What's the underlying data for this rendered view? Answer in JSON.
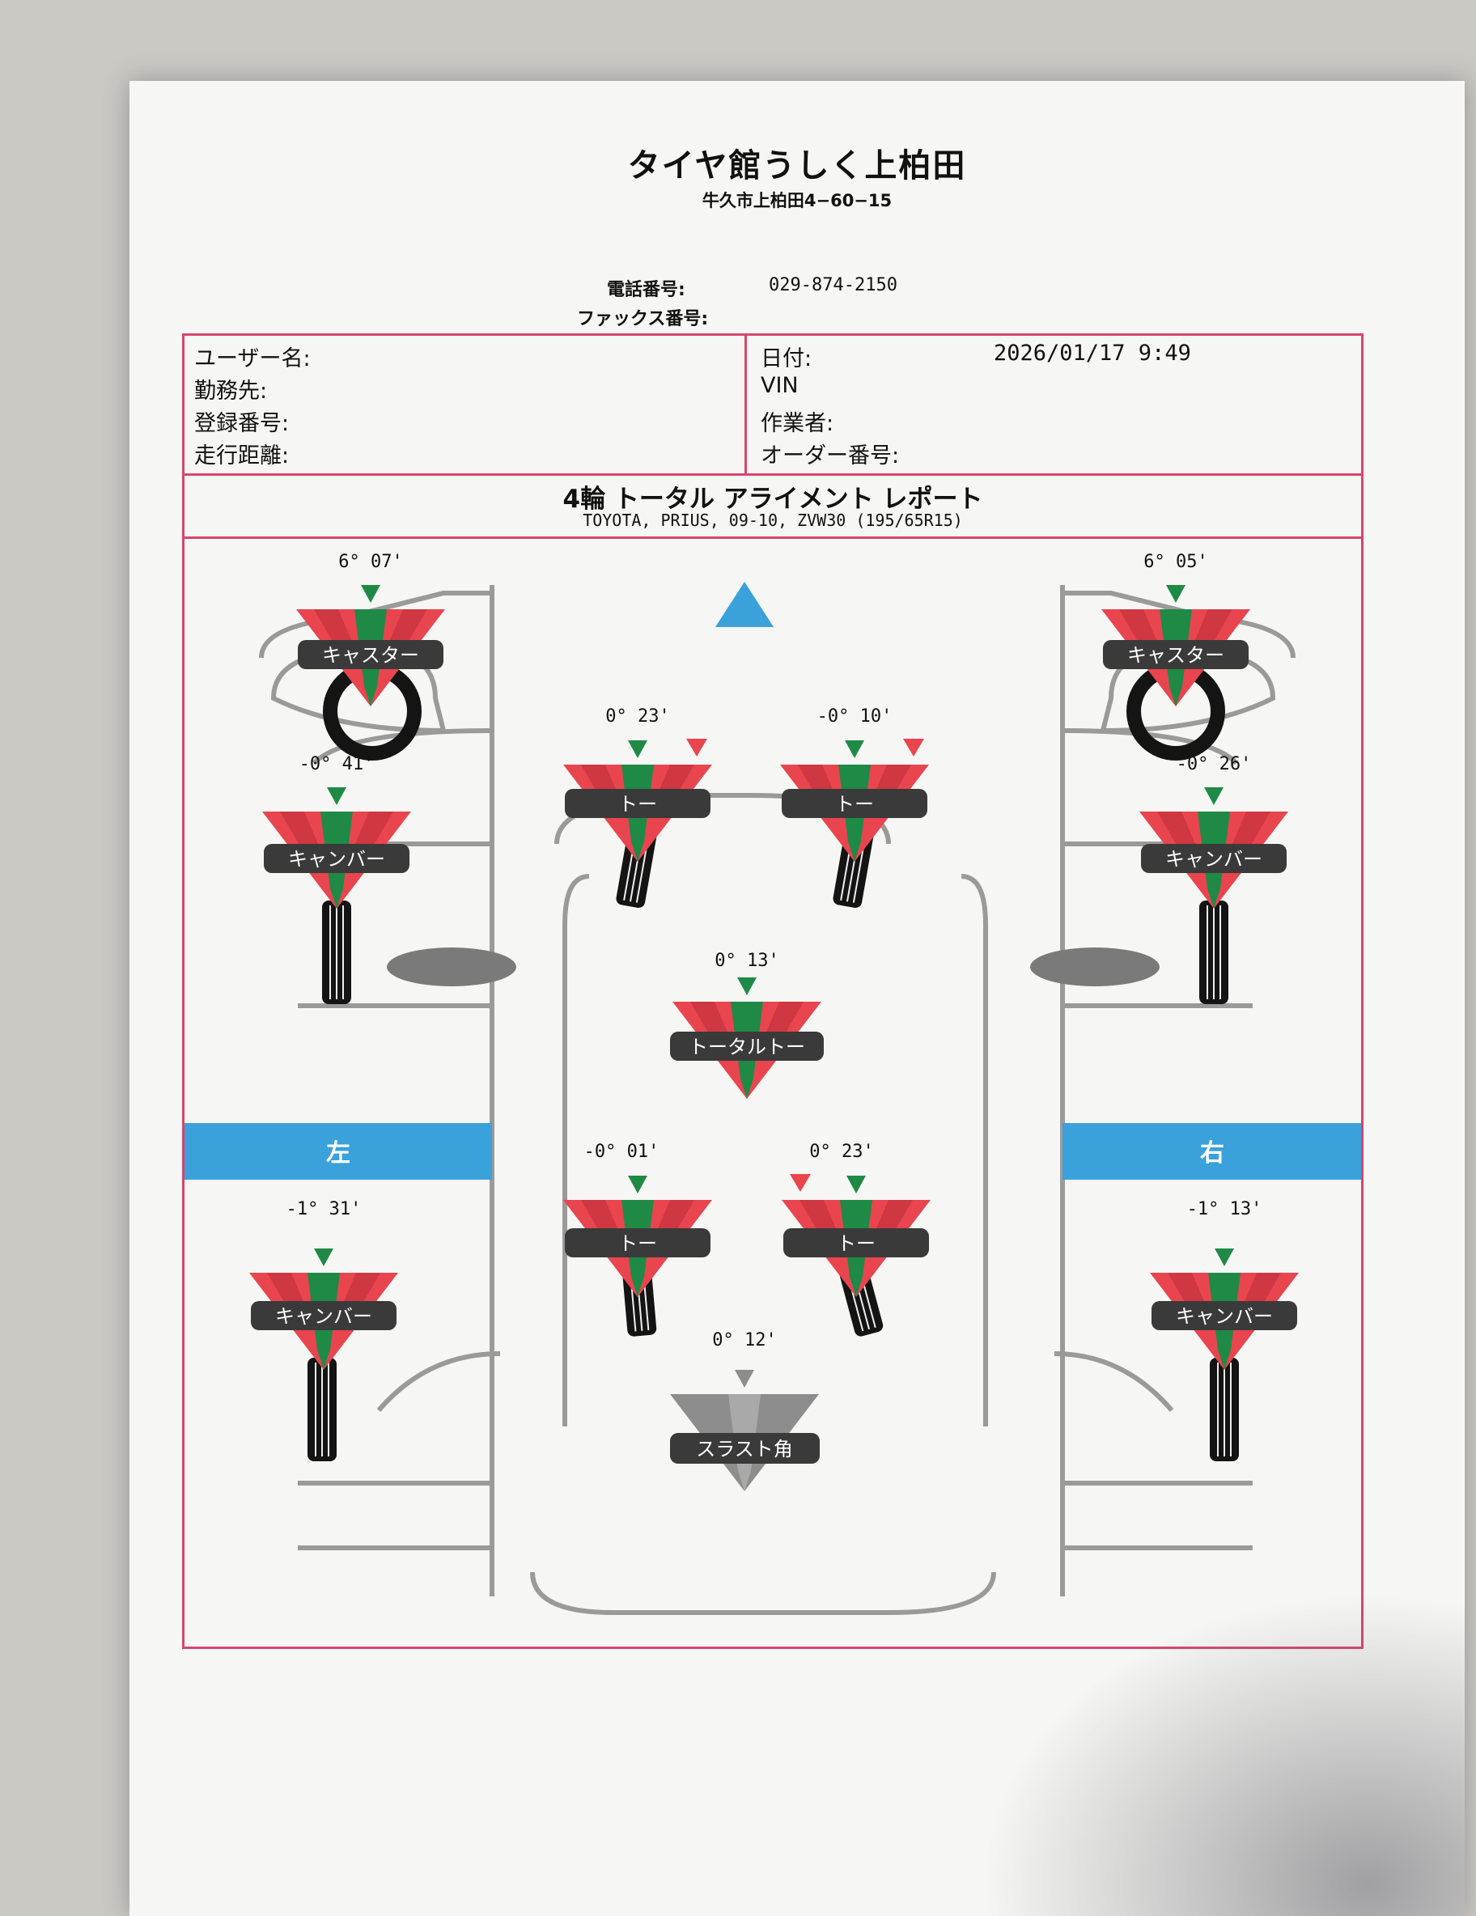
{
  "shop": {
    "name": "タイヤ館うしく上柏田",
    "address": "牛久市上柏田4−60−15",
    "phone_label": "電話番号:",
    "phone": "029-874-2150",
    "fax_label": "ファックス番号:",
    "fax": ""
  },
  "info": {
    "user_label": "ユーザー名:",
    "work_label": "勤務先:",
    "reg_label": "登録番号:",
    "mileage_label": "走行距離:",
    "date_label": "日付:",
    "date_value": "2026/01/17  9:49",
    "vin_label": "VIN",
    "operator_label": "作業者:",
    "order_label": "オーダー番号:"
  },
  "report": {
    "title": "4輪 トータル アライメント レポート",
    "vehicle": "TOYOTA, PRIUS, 09-10, ZVW30 (195/65R15)"
  },
  "sides": {
    "left": "左",
    "right": "右"
  },
  "measurements": {
    "front_left_caster": {
      "label": "キャスター",
      "value": "6° 07'"
    },
    "front_right_caster": {
      "label": "キャスター",
      "value": "6° 05'"
    },
    "front_left_camber": {
      "label": "キャンバー",
      "value": "-0° 41'"
    },
    "front_right_camber": {
      "label": "キャンバー",
      "value": "-0° 26'"
    },
    "front_left_toe": {
      "label": "トー",
      "value": "0° 23'"
    },
    "front_right_toe": {
      "label": "トー",
      "value": "-0° 10'"
    },
    "total_toe": {
      "label": "トータルトー",
      "value": "0° 13'"
    },
    "rear_left_toe": {
      "label": "トー",
      "value": "-0° 01'"
    },
    "rear_right_toe": {
      "label": "トー",
      "value": "0° 23'"
    },
    "rear_left_camber": {
      "label": "キャンバー",
      "value": "-1° 31'"
    },
    "rear_right_camber": {
      "label": "キャンバー",
      "value": "-1° 13'"
    },
    "thrust_angle": {
      "label": "スラスト角",
      "value": "0° 12'"
    }
  },
  "colors": {
    "frame": "#d8466a",
    "gauge_red": "#e8454f",
    "gauge_green": "#1f8a46",
    "side_band": "#3aa1db",
    "direction_arrow": "#3aa1db",
    "thrust_gray": "#8d8d8d"
  }
}
